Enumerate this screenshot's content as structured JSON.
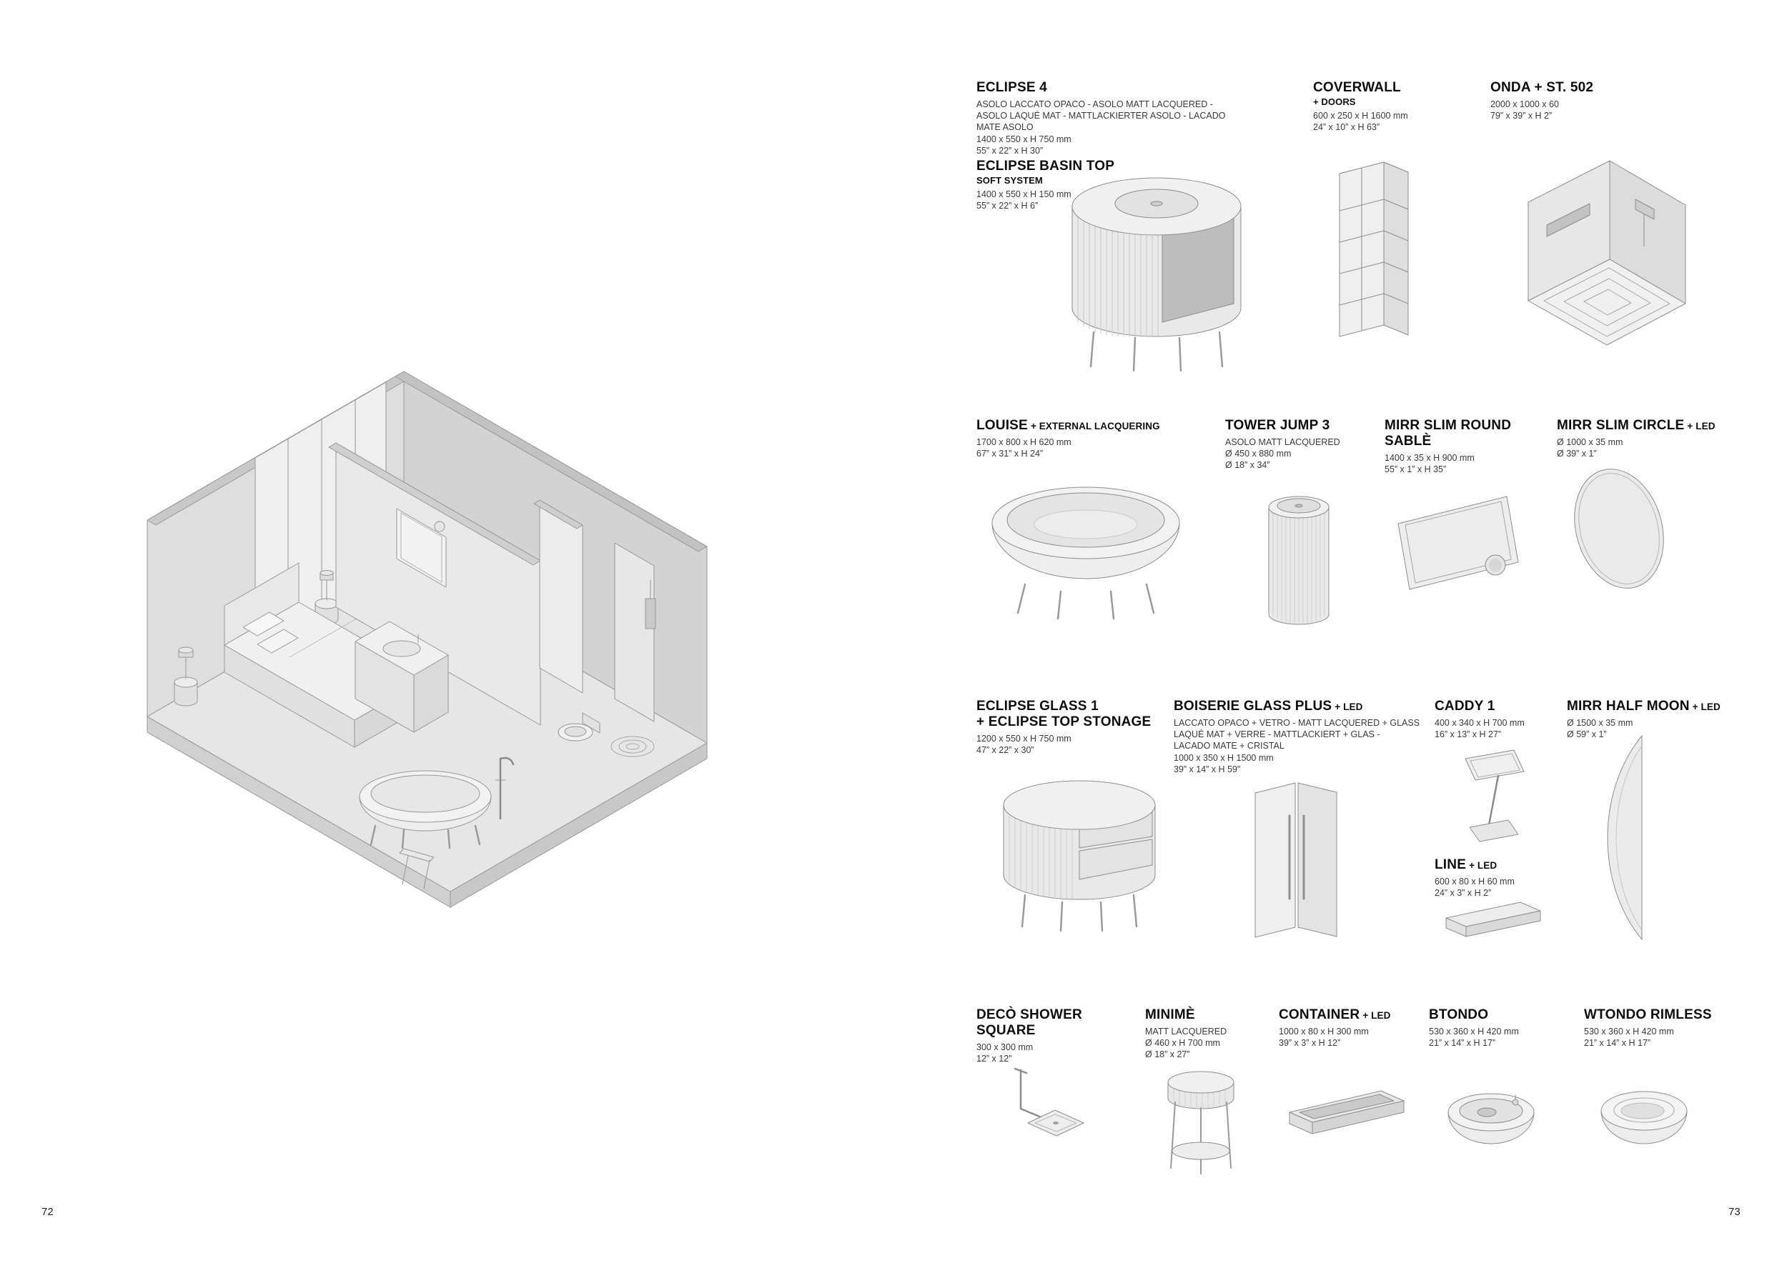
{
  "page": {
    "left_number": "72",
    "right_number": "73"
  },
  "palette": {
    "ink": "#0d0d0d",
    "body_text": "#3a3a3a",
    "drawing_line": "#8d8d8d",
    "drawing_fill_light": "#efefef",
    "drawing_fill_mid": "#dedede",
    "drawing_fill_dark": "#bdbdbd"
  },
  "products": [
    {
      "name": "eclipse-4",
      "title": "ECLIPSE 4",
      "desc": "ASOLO LACCATO OPACO - ASOLO MATT LACQUERED -\nASOLO LAQUÉ MAT - MATTLACKIERTER ASOLO - LACADO\nMATE ASOLO\n1400 x 550 x H 750 mm\n55” x 22” x H 30”"
    },
    {
      "name": "eclipse-basin-top",
      "title": "ECLIPSE BASIN TOP",
      "subtitle": "SOFT SYSTEM",
      "desc": "1400 x 550 x H 150 mm\n55” x 22” x H 6”"
    },
    {
      "name": "coverwall",
      "title": "COVERWALL",
      "subtitle": "+ DOORS",
      "desc": "600 x 250 x H 1600 mm\n24” x 10” x H 63”"
    },
    {
      "name": "onda-st-502",
      "title": "ONDA + ST. 502",
      "desc": "2000 x 1000 x 60\n79” x 39” x H 2”"
    },
    {
      "name": "louise",
      "title": "LOUISE",
      "suffix": "+ EXTERNAL LACQUERING",
      "desc": "1700 x 800 x H 620 mm\n67” x 31” x H 24”"
    },
    {
      "name": "tower-jump-3",
      "title": "TOWER JUMP 3",
      "desc": "ASOLO MATT LACQUERED\nØ 450 x 880 mm\nØ 18” x 34”"
    },
    {
      "name": "mirr-slim-round-sable",
      "title": "MIRR SLIM ROUND SABLÈ",
      "desc": "1400 x 35 x H 900 mm\n55” x 1” x H 35”"
    },
    {
      "name": "mirr-slim-circle",
      "title": "MIRR SLIM CIRCLE",
      "suffix": "+ LED",
      "desc": "Ø 1000 x 35 mm\nØ 39” x 1”"
    },
    {
      "name": "eclipse-glass-1",
      "title": "ECLIPSE GLASS 1\n+ ECLIPSE TOP STONAGE",
      "desc": "1200 x 550 x H 750 mm\n47” x 22” x 30”"
    },
    {
      "name": "boiserie-glass-plus",
      "title": "BOISERIE GLASS PLUS",
      "suffix": "+ LED",
      "desc": "LACCATO OPACO + VETRO - MATT LACQUERED + GLASS\nLAQUÉ MAT + VERRE - MATTLACKIERT + GLAS -\nLACADO MATE + CRISTAL\n1000 x 350 x H 1500 mm\n39” x 14” x H 59”"
    },
    {
      "name": "caddy-1",
      "title": "CADDY 1",
      "desc": "400 x 340 x H 700 mm\n16” x 13” x H 27”"
    },
    {
      "name": "line",
      "title": "LINE",
      "suffix": "+ LED",
      "desc": "600 x 80 x H 60 mm\n24” x 3” x H 2”"
    },
    {
      "name": "mirr-half-moon",
      "title": "MIRR HALF MOON",
      "suffix": "+ LED",
      "desc": "Ø 1500 x 35 mm\nØ 59” x 1”"
    },
    {
      "name": "deco-shower-square",
      "title": "DECÒ SHOWER SQUARE",
      "desc": "300 x 300 mm\n12” x 12”"
    },
    {
      "name": "minime",
      "title": "MINIMÈ",
      "desc": "MATT LACQUERED\nØ 460 x H 700 mm\nØ 18” x 27”"
    },
    {
      "name": "container",
      "title": "CONTAINER",
      "suffix": "+ LED",
      "desc": "1000 x 80 x H 300 mm\n39” x 3” x H 12”"
    },
    {
      "name": "btondo",
      "title": "BTONDO",
      "desc": "530 x 360 x H 420 mm\n21” x 14” x H 17”"
    },
    {
      "name": "wtondo-rimless",
      "title": "WTONDO RIMLESS",
      "desc": "530 x 360 x H 420 mm\n21” x 14” x H 17”"
    }
  ]
}
